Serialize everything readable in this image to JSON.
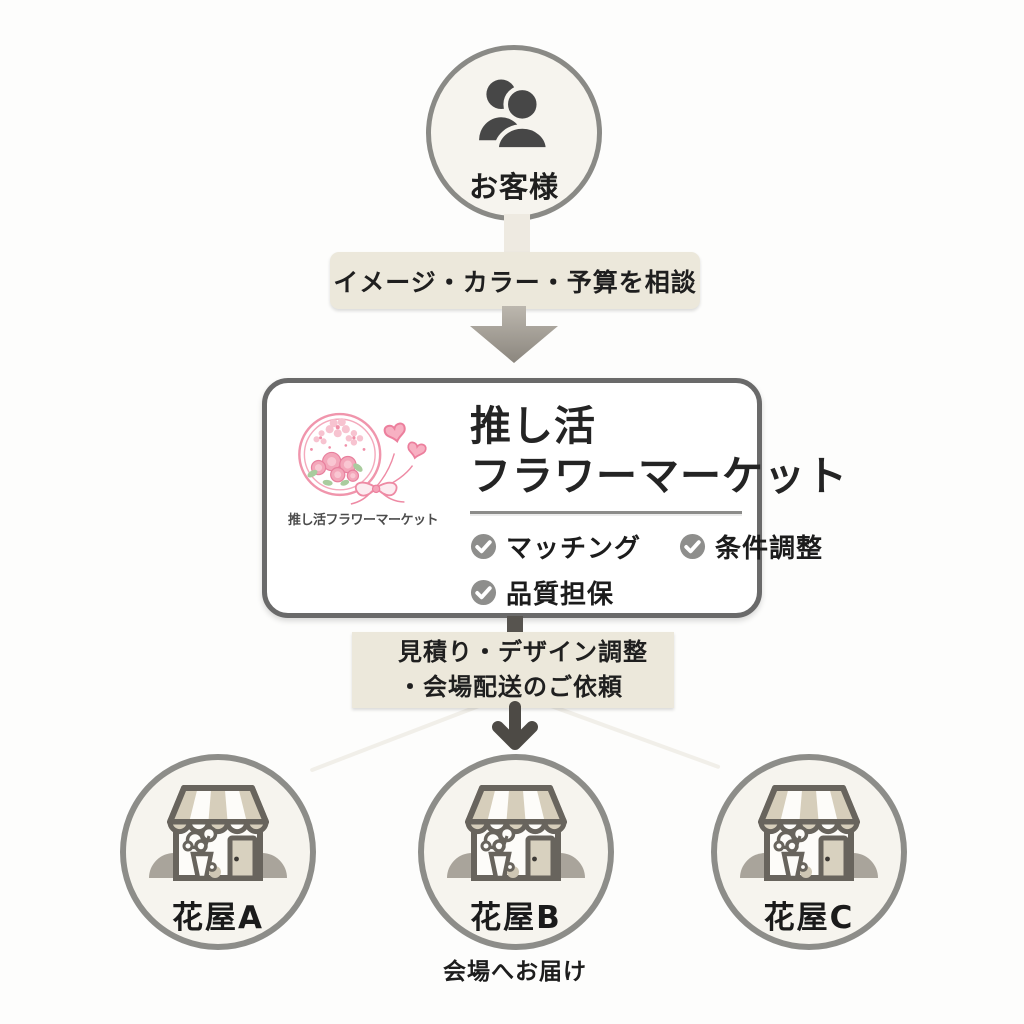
{
  "colors": {
    "background": "#fdfdfc",
    "node_fill": "#f6f4ee",
    "node_border": "#8a8a86",
    "box_border": "#6a6a6a",
    "step_label_bg": "#ece8db",
    "arrow_light": "#a09b93",
    "arrow_dark": "#4d4a45",
    "brand_pink": "#f08fa8",
    "awning_beige": "#d6cebb",
    "text_dark": "#1f1f1f"
  },
  "flow": {
    "customer": {
      "label": "お客様"
    },
    "consult_label": "イメージ・カラー・予算を相談",
    "market": {
      "logo_caption": "推し活フラワーマーケット",
      "title_line1": "推し活",
      "title_line2": "フラワーマーケット",
      "features": [
        {
          "label": "マッチング"
        },
        {
          "label": "条件調整"
        },
        {
          "label": "品質担保"
        }
      ]
    },
    "request_label_line1": "見積り・デザイン調整",
    "request_label_line2": "・会場配送のご依頼",
    "shops": [
      {
        "label": "花屋A"
      },
      {
        "label": "花屋B"
      },
      {
        "label": "花屋C"
      }
    ],
    "delivery_note": "会場へお届け"
  }
}
